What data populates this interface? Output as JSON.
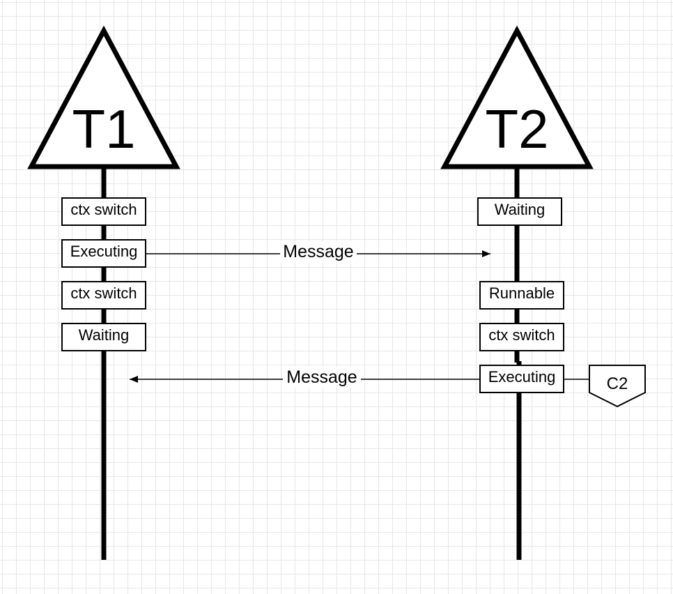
{
  "threads": [
    {
      "label": "T1",
      "states": [
        "ctx switch",
        "Executing",
        "ctx switch",
        "Waiting"
      ]
    },
    {
      "label": "T2",
      "states": [
        "Waiting",
        "",
        "Runnable",
        "ctx switch",
        "Executing"
      ]
    }
  ],
  "messages": [
    {
      "label": "Message",
      "from": "T1",
      "to": "T2"
    },
    {
      "label": "Message",
      "from": "T2",
      "to": "T1"
    }
  ],
  "annotation": {
    "label": "C2"
  }
}
